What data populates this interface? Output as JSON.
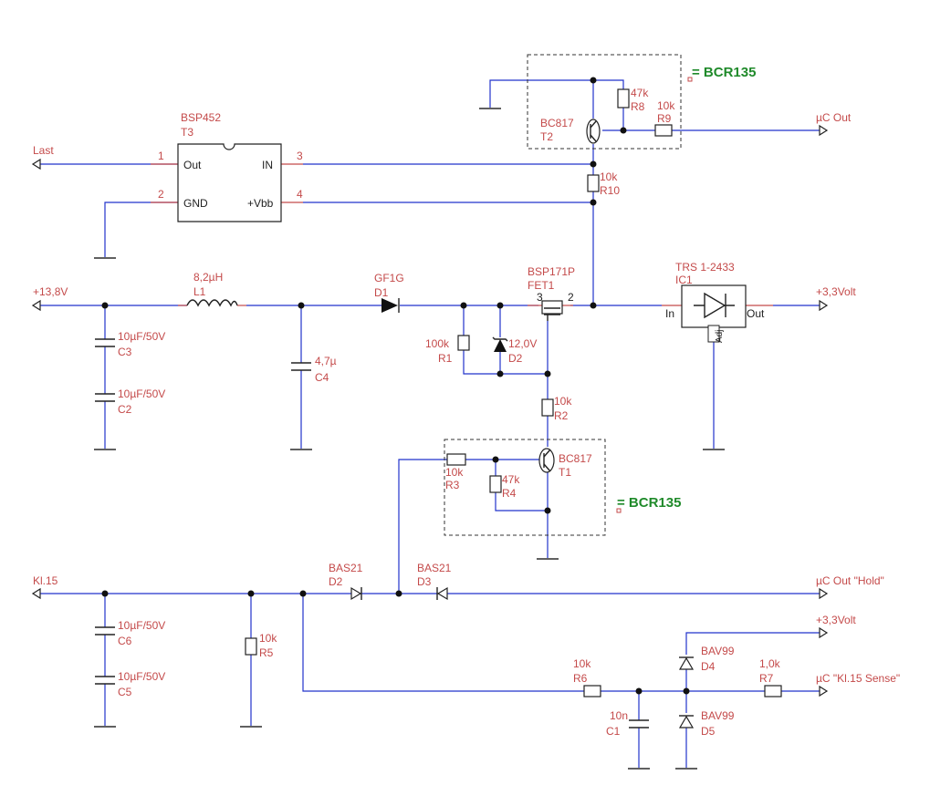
{
  "labels": {
    "ref_bcr135_top": "= BCR135",
    "ref_bcr135_bottom": "= BCR135",
    "t3_type": "BSP452",
    "t3_ref": "T3",
    "t3_pin1": "1",
    "t3_pin2": "2",
    "t3_pin3": "3",
    "t3_pin4": "4",
    "t3_out": "Out",
    "t3_gnd": "GND",
    "t3_in": "IN",
    "t3_vbb": "+Vbb",
    "net_last": "Last",
    "t2_type": "BC817",
    "t2_ref": "T2",
    "r8_val": "47k",
    "r8_ref": "R8",
    "r9_val": "10k",
    "r9_ref": "R9",
    "net_uc_out": "µC Out",
    "r10_val": "10k",
    "r10_ref": "R10",
    "net_13v8": "+13,8V",
    "l1_val": "8,2µH",
    "l1_ref": "L1",
    "d1_type": "GF1G",
    "d1_ref": "D1",
    "fet1_type": "BSP171P",
    "fet1_ref": "FET1",
    "fet1_pin3": "3",
    "fet1_pin2": "2",
    "ic1_type": "TRS 1-2433",
    "ic1_ref": "IC1",
    "ic1_in": "In",
    "ic1_out": "Out",
    "ic1_adj": "Adj",
    "net_3v3_top": "+3,3Volt",
    "c3_val": "10µF/50V",
    "c3_ref": "C3",
    "c2_val": "10µF/50V",
    "c2_ref": "C2",
    "c4_val": "4,7µ",
    "c4_ref": "C4",
    "r1_val": "100k",
    "r1_ref": "R1",
    "d2z_val": "12,0V",
    "d2z_ref": "D2",
    "r2_val": "10k",
    "r2_ref": "R2",
    "t1_type": "BC817",
    "t1_ref": "T1",
    "r3_val": "10k",
    "r3_ref": "R3",
    "r4_val": "47k",
    "r4_ref": "R4",
    "net_kl15": "Kl.15",
    "d2b_type": "BAS21",
    "d2b_ref": "D2",
    "d3_type": "BAS21",
    "d3_ref": "D3",
    "net_uc_out_hold": "µC Out \"Hold\"",
    "c6_val": "10µF/50V",
    "c6_ref": "C6",
    "c5_val": "10µF/50V",
    "c5_ref": "C5",
    "r5_val": "10k",
    "r5_ref": "R5",
    "net_3v3_bottom": "+3,3Volt",
    "d4_type": "BAV99",
    "d4_ref": "D4",
    "d5_type": "BAV99",
    "d5_ref": "D5",
    "r6_val": "10k",
    "r6_ref": "R6",
    "r7_val": "1,0k",
    "r7_ref": "R7",
    "c1_val": "10n",
    "c1_ref": "C1",
    "net_uc_kl15_sense": "µC \"Kl.15 Sense\""
  }
}
